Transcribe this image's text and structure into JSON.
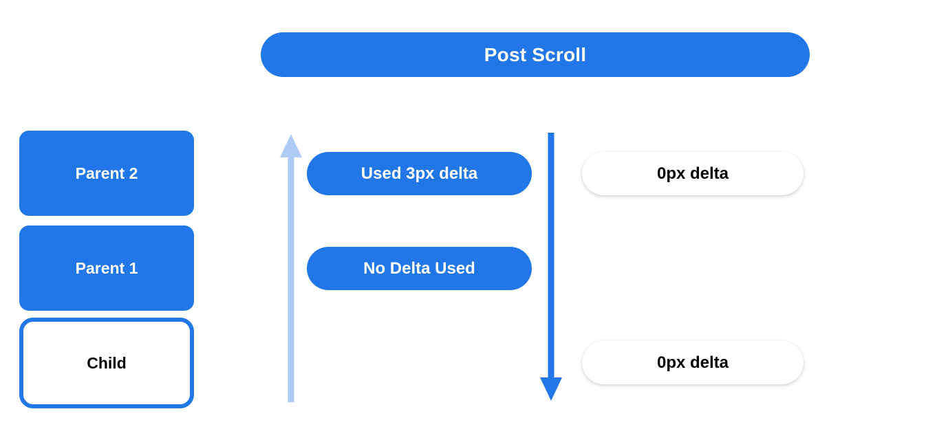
{
  "header": {
    "title": "Post Scroll"
  },
  "colors": {
    "blue": "#2176e8",
    "light_blue": "#aecbf5",
    "white": "#ffffff",
    "black": "#000000"
  },
  "node_stack": {
    "items": [
      {
        "label": "Parent 2",
        "style": "filled"
      },
      {
        "label": "Parent 1",
        "style": "filled"
      },
      {
        "label": "Child",
        "style": "outlined"
      }
    ]
  },
  "consumption_column": {
    "arrow": {
      "direction": "up",
      "color": "#aecbf5",
      "name": "bubble-up-arrow"
    },
    "items": [
      {
        "label": "Used 3px delta"
      },
      {
        "label": "No Delta Used"
      }
    ]
  },
  "remaining_column": {
    "arrow": {
      "direction": "down",
      "color": "#2176e8",
      "name": "dispatch-down-arrow"
    },
    "items": [
      {
        "label": "0px delta"
      },
      {
        "label": "0px delta"
      }
    ]
  }
}
